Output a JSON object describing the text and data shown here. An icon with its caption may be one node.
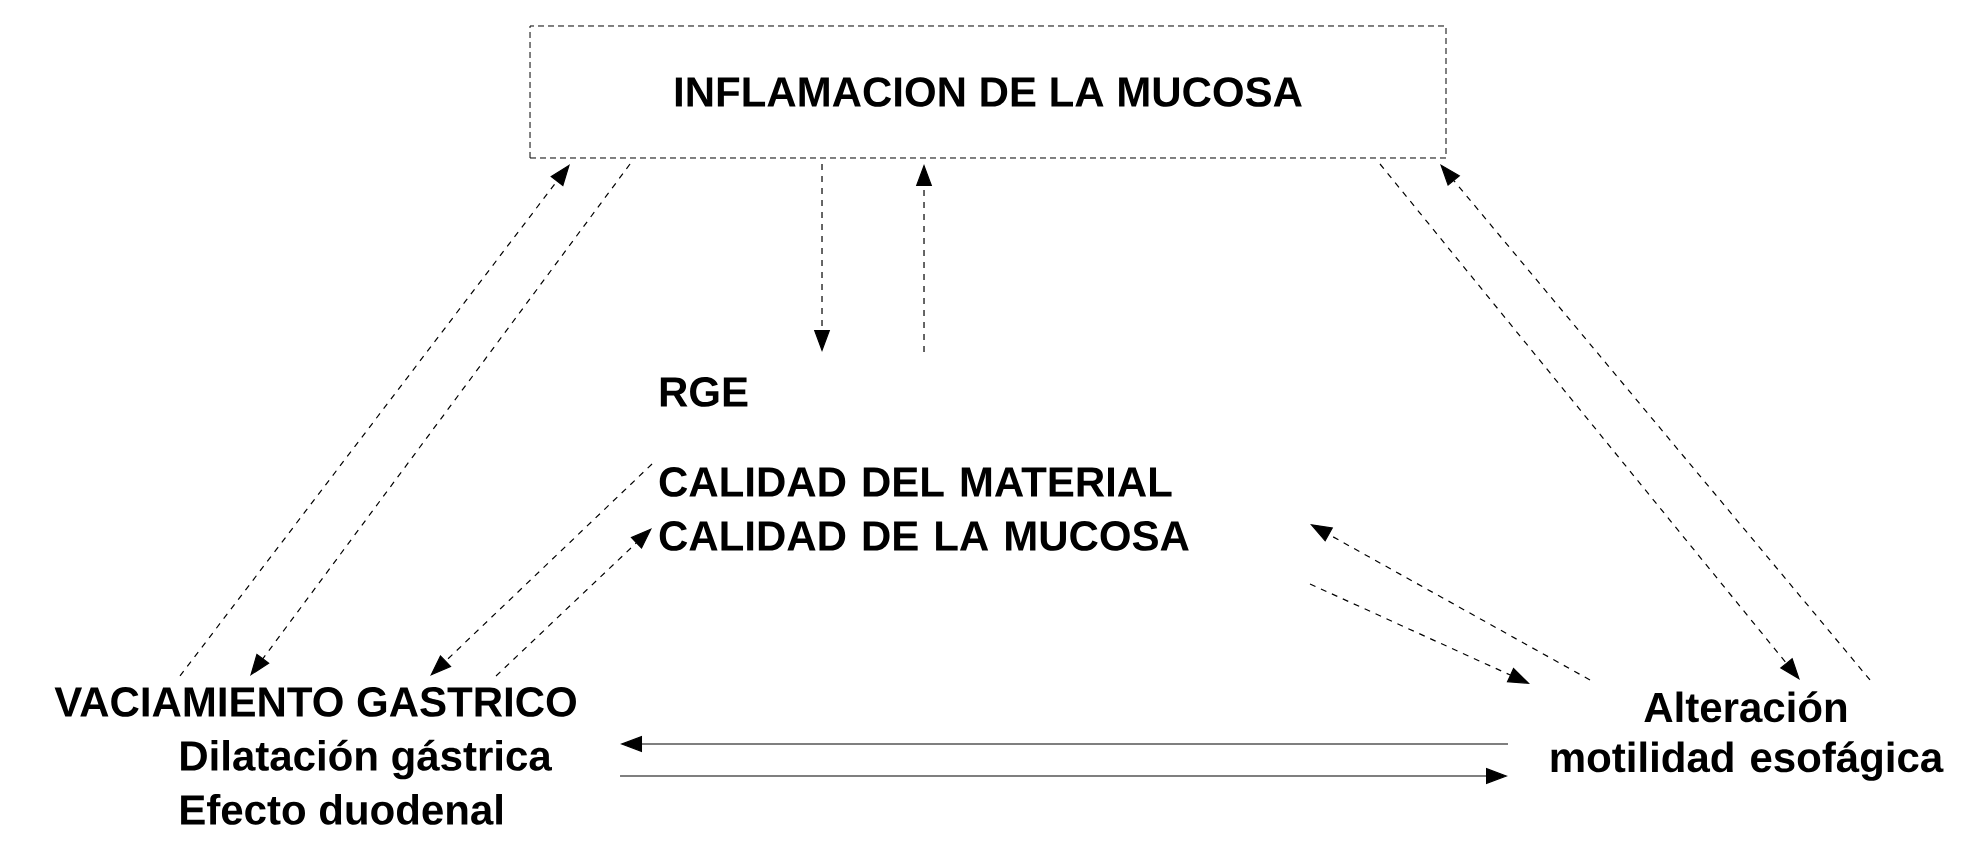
{
  "diagram": {
    "nodes": [
      {
        "text": [
          "INFLAMACION DE LA MUCOSA"
        ]
      },
      {
        "text": [
          "RGE",
          "CALIDAD DEL MATERIAL",
          "CALIDAD DE LA MUCOSA"
        ]
      },
      {
        "text": [
          "VACIAMIENTO GASTRICO",
          "Dilatación gástrica",
          "Efecto duodenal"
        ]
      },
      {
        "text": [
          "Alteración motilidad esofágica"
        ]
      }
    ],
    "edges": [
      {
        "from": 0,
        "to": 1,
        "arrow": "to",
        "style": "dashed"
      },
      {
        "from": 1,
        "to": 0,
        "arrow": "to",
        "style": "dashed"
      },
      {
        "from": 2,
        "to": 0,
        "arrow": "to",
        "style": "dashed"
      },
      {
        "from": 0,
        "to": 2,
        "arrow": "to",
        "style": "dashed"
      },
      {
        "from": 1,
        "to": 2,
        "arrow": "to",
        "style": "dashed"
      },
      {
        "from": 2,
        "to": 1,
        "arrow": "to",
        "style": "dashed"
      },
      {
        "from": 3,
        "to": 0,
        "arrow": "to",
        "style": "dashed"
      },
      {
        "from": 0,
        "to": 3,
        "arrow": "to",
        "style": "dashed"
      },
      {
        "from": 3,
        "to": 1,
        "arrow": "to",
        "style": "dashed"
      },
      {
        "from": 1,
        "to": 3,
        "arrow": "to",
        "style": "dashed"
      },
      {
        "from": 3,
        "to": 2,
        "arrow": "to"
      },
      {
        "from": 2,
        "to": 3,
        "arrow": "to"
      }
    ]
  }
}
